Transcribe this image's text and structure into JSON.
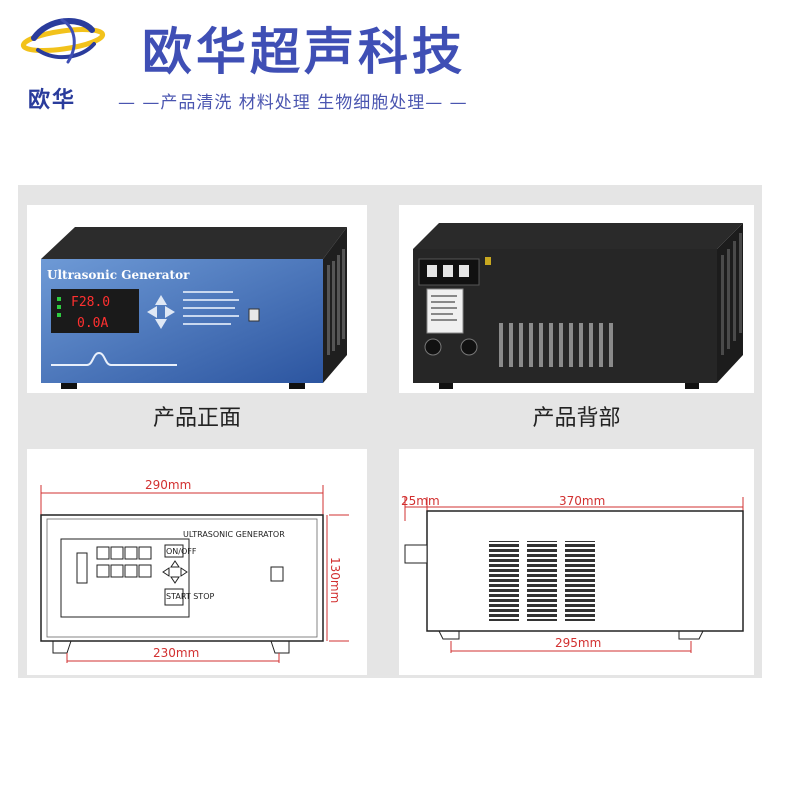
{
  "header": {
    "logo_text": "欧华",
    "brand_title": "欧华超声科技",
    "brand_subtitle": "— —产品清洗 材料处理 生物细胞处理— —"
  },
  "colors": {
    "brand_blue": "#3f4fb5",
    "logo_yellow": "#f2c21b",
    "dimension_red": "#d23030",
    "grid_gray": "#e5e5e5"
  },
  "photos": {
    "front": {
      "caption": "产品正面",
      "label": "Ultrasonic Generator",
      "display_freq": "F28.0",
      "display_current": "0.0A"
    },
    "back": {
      "caption": "产品背部"
    }
  },
  "drawings": {
    "front": {
      "title": "ULTRASONIC GENERATOR",
      "width": "290mm",
      "height": "130mm",
      "foot_span": "230mm",
      "button_top": "ON/OFF",
      "button_bottom": "START STOP"
    },
    "side": {
      "offset": "25mm",
      "depth": "370mm",
      "foot_span": "295mm"
    }
  }
}
